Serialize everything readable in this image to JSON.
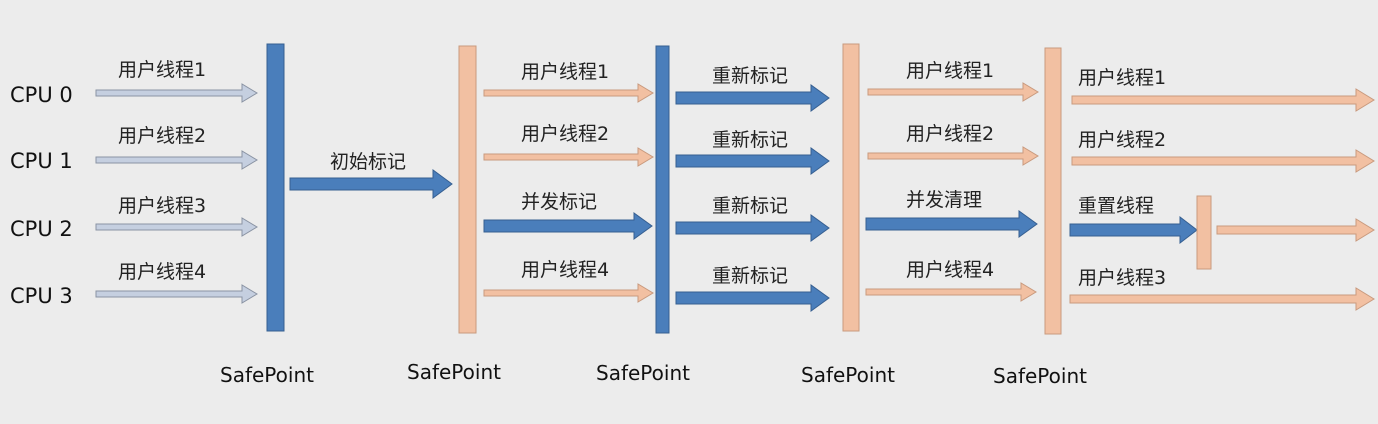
{
  "cpus": [
    "CPU 0",
    "CPU 1",
    "CPU 2",
    "CPU 3"
  ],
  "safepoint_label": "SafePoint",
  "labels": {
    "thread1": "用户线程1",
    "thread2": "用户线程2",
    "thread3": "用户线程3",
    "thread4": "用户线程4",
    "initial_mark": "初始标记",
    "concurrent_mark": "并发标记",
    "remark": "重新标记",
    "concurrent_sweep": "并发清理",
    "reset_thread": "重置线程"
  },
  "colors": {
    "background": "#ececec",
    "gc_blue": "#4a7ebb",
    "gc_blue_edge": "#365f91",
    "user_orange": "#f2c0a2",
    "user_orange_edge": "#c99a7e",
    "user_gray": "#c5cfe0",
    "user_gray_edge": "#8a93a3"
  }
}
